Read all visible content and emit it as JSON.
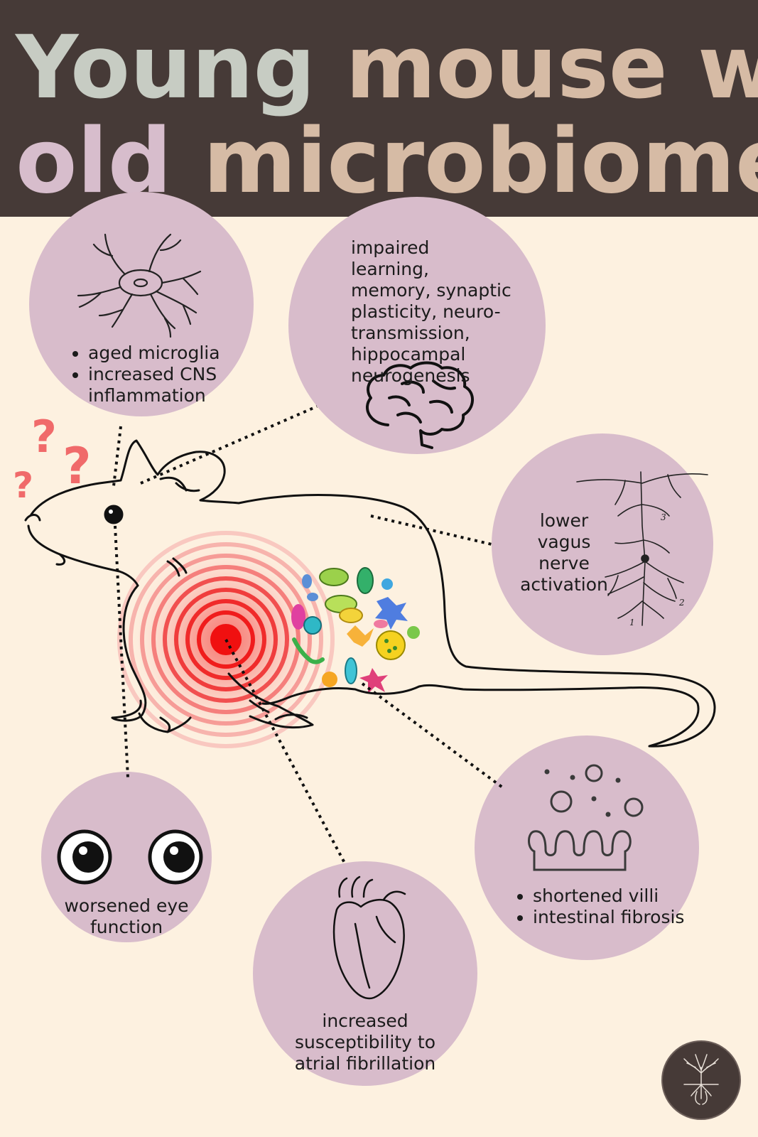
{
  "title": {
    "line1_word1": "Young",
    "line1_rest": "mouse with",
    "line2_word1": "old",
    "line2_rest": "microbiome"
  },
  "colors": {
    "header_bg": "#463a37",
    "page_bg": "#fdf1e0",
    "circle_fill": "#d8bccb",
    "title_sage": "#c7ccc3",
    "title_tan": "#d6bba5",
    "title_mauve": "#d7bdcc",
    "question_marks": "#f06a6a",
    "target_red": "#f02020"
  },
  "callouts": {
    "microglia": {
      "icon": "neuron-icon",
      "items": [
        "aged microglia",
        "increased CNS inflammation"
      ]
    },
    "brain": {
      "icon": "brain-icon",
      "text": "impaired learning, memory, synaptic plasticity, neuro-transmission, hippocampal neurogenesis"
    },
    "vagus": {
      "icon": "nerve-cell-drawing",
      "text": "lower vagus nerve activation",
      "figure_labels": [
        "3",
        "2",
        "1"
      ]
    },
    "eye": {
      "icon": "eyes-icon",
      "text": "worsened eye function"
    },
    "heart": {
      "icon": "heart-icon",
      "text": "increased susceptibility to atrial fibrillation"
    },
    "villi": {
      "icon": "villi-icon",
      "items": [
        "shortened villi",
        "intestinal fibrosis"
      ]
    }
  },
  "decorations": {
    "confusion_marks": [
      "?",
      "?",
      "?"
    ],
    "logo": "tree-logo"
  }
}
